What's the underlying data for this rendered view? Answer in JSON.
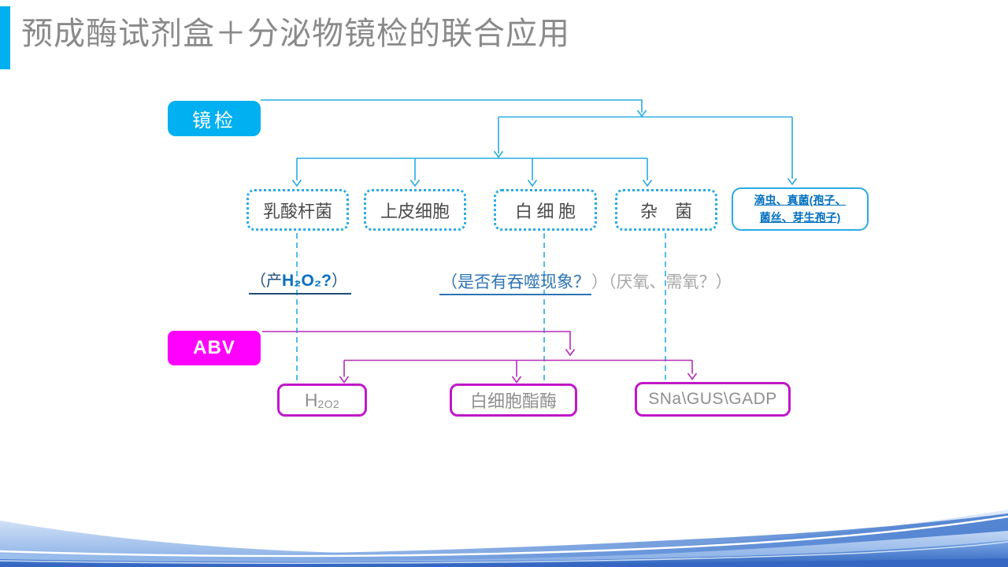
{
  "title": "预成酶试剂盒＋分泌物镜检的联合应用",
  "colors": {
    "cyan": "#00B0F0",
    "cyan_line": "#29ABE2",
    "magenta": "#FF00FF",
    "magenta_line": "#B52BB8",
    "magenta_border": "#C117C9",
    "title_gray": "#8A8A8A",
    "box_text_dark": "#4A4A4A",
    "box_text_gray": "#8F8F8F",
    "link_blue": "#0070C0",
    "annotation_blue": "#2E74B5",
    "annotation_dark_blue": "#1F4E79",
    "annotation_gray": "#A6A6A6"
  },
  "nodes": {
    "root": "镜检",
    "lactobacillus": "乳酸杆菌",
    "epithelial": "上皮细胞",
    "wbc": "白 细 胞",
    "misc_bacteria": "杂　菌",
    "trichomonas_line1": "滴虫、真菌(孢子、",
    "trichomonas_line2": "菌丝、芽生孢子)",
    "abv": "ABV",
    "h2o2_main": "H",
    "h2o2_sub": "2O2",
    "esterase": "白细胞酯酶",
    "sna": "SNa\\GUS\\GADP"
  },
  "annotations": {
    "h2o2_q_pre": "（产",
    "h2o2_q_formula": "H₂O₂?",
    "h2o2_q_post": "）",
    "phagocytosis_q": "（是否有吞噬现象？",
    "phagocytosis_close": "）",
    "aerobic_q": "（厌氧、需氧？）"
  }
}
